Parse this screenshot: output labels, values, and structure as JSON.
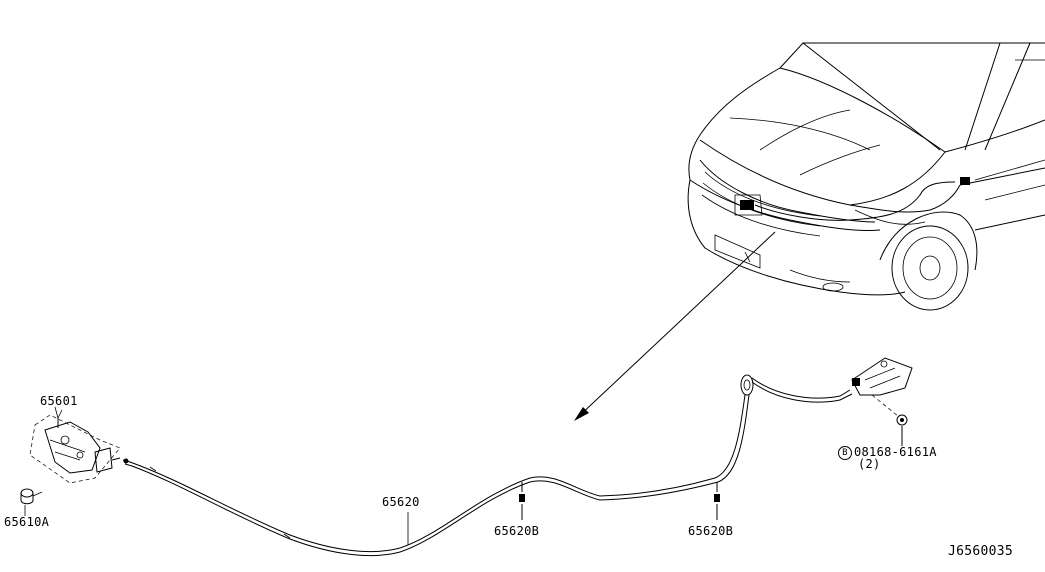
{
  "parts": {
    "hood_lock": "65601",
    "hood_lock_bumper": "65610A",
    "hood_release_cable": "65620",
    "cable_clip_1": "65620B",
    "cable_clip_2": "65620B",
    "bolt_prefix": "B",
    "bolt": "08168-6161A",
    "bolt_qty": "(2)"
  },
  "diagram_code": "J6560035"
}
